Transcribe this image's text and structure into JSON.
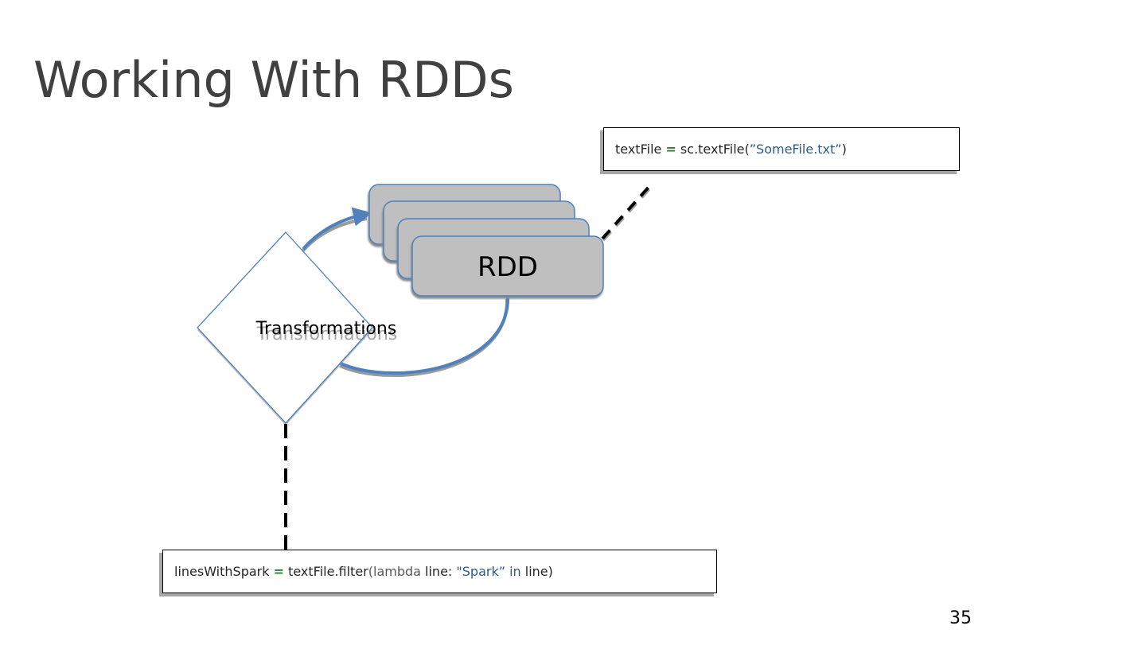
{
  "slide": {
    "title": "Working With RDDs",
    "page_number": "35"
  },
  "diagram": {
    "rdd_stack": {
      "label": "RDD",
      "count": 4,
      "fill_color": "#bfbfbf",
      "border_color": "#4f81bd"
    },
    "transformations": {
      "label": "Transformations",
      "shape": "diamond",
      "border_color": "#4f81bd"
    },
    "cycle_arrow_color": "#4f81bd",
    "connector_style": "dashed"
  },
  "code_snippets": [
    {
      "tokens": [
        {
          "text": "textFile ",
          "type": "plain"
        },
        {
          "text": "=",
          "type": "op"
        },
        {
          "text": " sc.textFile(",
          "type": "plain"
        },
        {
          "text": "”SomeFile.txt”",
          "type": "str"
        },
        {
          "text": ")",
          "type": "plain"
        }
      ]
    },
    {
      "tokens": [
        {
          "text": "linesWithSpark ",
          "type": "plain"
        },
        {
          "text": "=",
          "type": "op"
        },
        {
          "text": " textFile.filter",
          "type": "plain"
        },
        {
          "text": "(lambda",
          "type": "kw"
        },
        {
          "text": " line: ",
          "type": "plain"
        },
        {
          "text": "\"Spark”",
          "type": "str"
        },
        {
          "text": " in",
          "type": "kw2"
        },
        {
          "text": " line)",
          "type": "plain"
        }
      ]
    }
  ]
}
